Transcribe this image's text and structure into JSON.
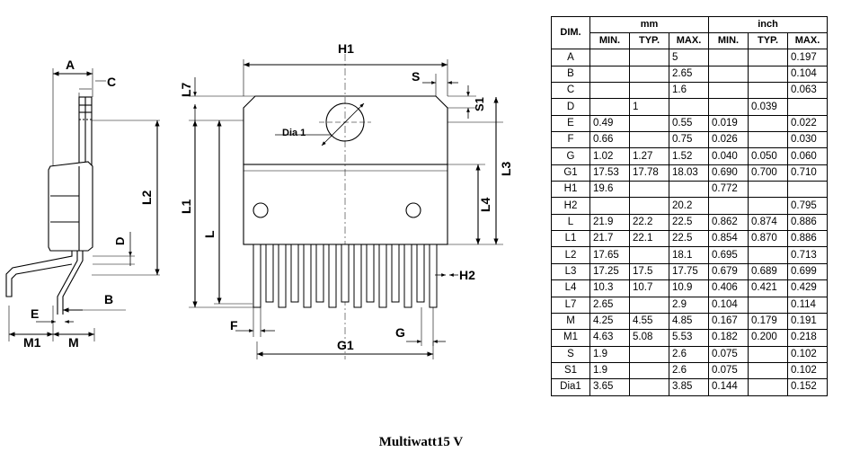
{
  "table": {
    "dim_header": "DIM.",
    "group_mm": "mm",
    "group_inch": "inch",
    "sub_headers": [
      "MIN.",
      "TYP.",
      "MAX.",
      "MIN.",
      "TYP.",
      "MAX."
    ],
    "rows": [
      {
        "dim": "A",
        "v": [
          "",
          "",
          "5",
          "",
          "",
          "0.197"
        ]
      },
      {
        "dim": "B",
        "v": [
          "",
          "",
          "2.65",
          "",
          "",
          "0.104"
        ]
      },
      {
        "dim": "C",
        "v": [
          "",
          "",
          "1.6",
          "",
          "",
          "0.063"
        ]
      },
      {
        "dim": "D",
        "v": [
          "",
          "1",
          "",
          "",
          "0.039",
          ""
        ]
      },
      {
        "dim": "E",
        "v": [
          "0.49",
          "",
          "0.55",
          "0.019",
          "",
          "0.022"
        ]
      },
      {
        "dim": "F",
        "v": [
          "0.66",
          "",
          "0.75",
          "0.026",
          "",
          "0.030"
        ]
      },
      {
        "dim": "G",
        "v": [
          "1.02",
          "1.27",
          "1.52",
          "0.040",
          "0.050",
          "0.060"
        ]
      },
      {
        "dim": "G1",
        "v": [
          "17.53",
          "17.78",
          "18.03",
          "0.690",
          "0.700",
          "0.710"
        ]
      },
      {
        "dim": "H1",
        "v": [
          "19.6",
          "",
          "",
          "0.772",
          "",
          ""
        ]
      },
      {
        "dim": "H2",
        "v": [
          "",
          "",
          "20.2",
          "",
          "",
          "0.795"
        ]
      },
      {
        "dim": "L",
        "v": [
          "21.9",
          "22.2",
          "22.5",
          "0.862",
          "0.874",
          "0.886"
        ]
      },
      {
        "dim": "L1",
        "v": [
          "21.7",
          "22.1",
          "22.5",
          "0.854",
          "0.870",
          "0.886"
        ]
      },
      {
        "dim": "L2",
        "v": [
          "17.65",
          "",
          "18.1",
          "0.695",
          "",
          "0.713"
        ]
      },
      {
        "dim": "L3",
        "v": [
          "17.25",
          "17.5",
          "17.75",
          "0.679",
          "0.689",
          "0.699"
        ]
      },
      {
        "dim": "L4",
        "v": [
          "10.3",
          "10.7",
          "10.9",
          "0.406",
          "0.421",
          "0.429"
        ]
      },
      {
        "dim": "L7",
        "v": [
          "2.65",
          "",
          "2.9",
          "0.104",
          "",
          "0.114"
        ]
      },
      {
        "dim": "M",
        "v": [
          "4.25",
          "4.55",
          "4.85",
          "0.167",
          "0.179",
          "0.191"
        ]
      },
      {
        "dim": "M1",
        "v": [
          "4.63",
          "5.08",
          "5.53",
          "0.182",
          "0.200",
          "0.218"
        ]
      },
      {
        "dim": "S",
        "v": [
          "1.9",
          "",
          "2.6",
          "0.075",
          "",
          "0.102"
        ]
      },
      {
        "dim": "S1",
        "v": [
          "1.9",
          "",
          "2.6",
          "0.075",
          "",
          "0.102"
        ]
      },
      {
        "dim": "Dia1",
        "v": [
          "3.65",
          "",
          "3.85",
          "0.144",
          "",
          "0.152"
        ]
      }
    ]
  },
  "drawing_labels": {
    "A": "A",
    "C": "C",
    "D": "D",
    "E": "E",
    "B": "B",
    "M1": "M1",
    "M": "M",
    "L2": "L2",
    "H1": "H1",
    "L7": "L7",
    "S": "S",
    "S1": "S1",
    "Dia1": "Dia 1",
    "L1": "L1",
    "L": "L",
    "L4": "L4",
    "L3": "L3",
    "H2": "H2",
    "F": "F",
    "G1": "G1",
    "G": "G"
  },
  "caption": "Multiwatt15 V"
}
